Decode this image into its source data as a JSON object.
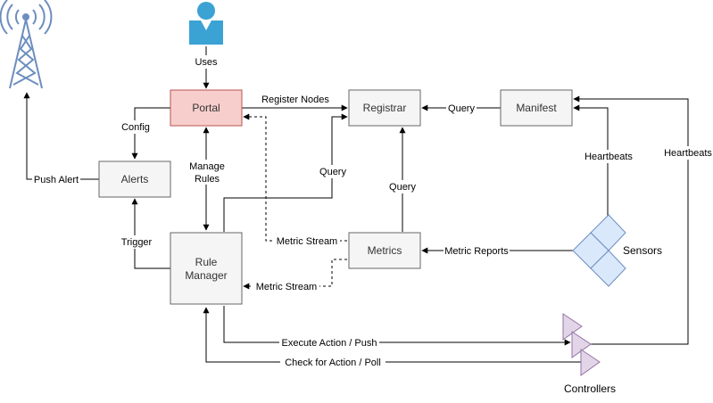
{
  "colors": {
    "portal_fill": "#f8cecc",
    "portal_stroke": "#b85450",
    "box_fill": "#f5f5f5",
    "box_stroke": "#666666",
    "user_icon": "#3ba2d4",
    "tower": "#6c8ebf",
    "sensor_fill": "#dae8fc",
    "sensor_stroke": "#6c8ebf",
    "controller_fill": "#e1d5e7",
    "controller_stroke": "#9673a6"
  },
  "nodes": {
    "portal": "Portal",
    "registrar": "Registrar",
    "manifest": "Manifest",
    "alerts": "Alerts",
    "rule_manager_line1": "Rule",
    "rule_manager_line2": "Manager",
    "metrics": "Metrics",
    "sensors": "Sensors",
    "controllers": "Controllers"
  },
  "icons": {
    "user": "user-icon",
    "tower": "radio-tower-icon",
    "sensors": "sensor-cluster-icon",
    "controllers": "controller-triangles-icon"
  },
  "edges": {
    "uses": "Uses",
    "register_nodes": "Register Nodes",
    "query_manifest": "Query",
    "config": "Config",
    "manage_rules_line1": "Manage",
    "manage_rules_line2": "Rules",
    "query_rule": "Query",
    "query_metrics": "Query",
    "heartbeats_sensors": "Heartbeats",
    "heartbeats_controllers": "Heartbeats",
    "push_alert": "Push Alert",
    "trigger": "Trigger",
    "metric_stream_portal": "Metric Stream",
    "metric_reports": "Metric Reports",
    "metric_stream_rule": "Metric Stream",
    "execute_action": "Execute Action / Push",
    "check_action": "Check for Action / Poll"
  }
}
